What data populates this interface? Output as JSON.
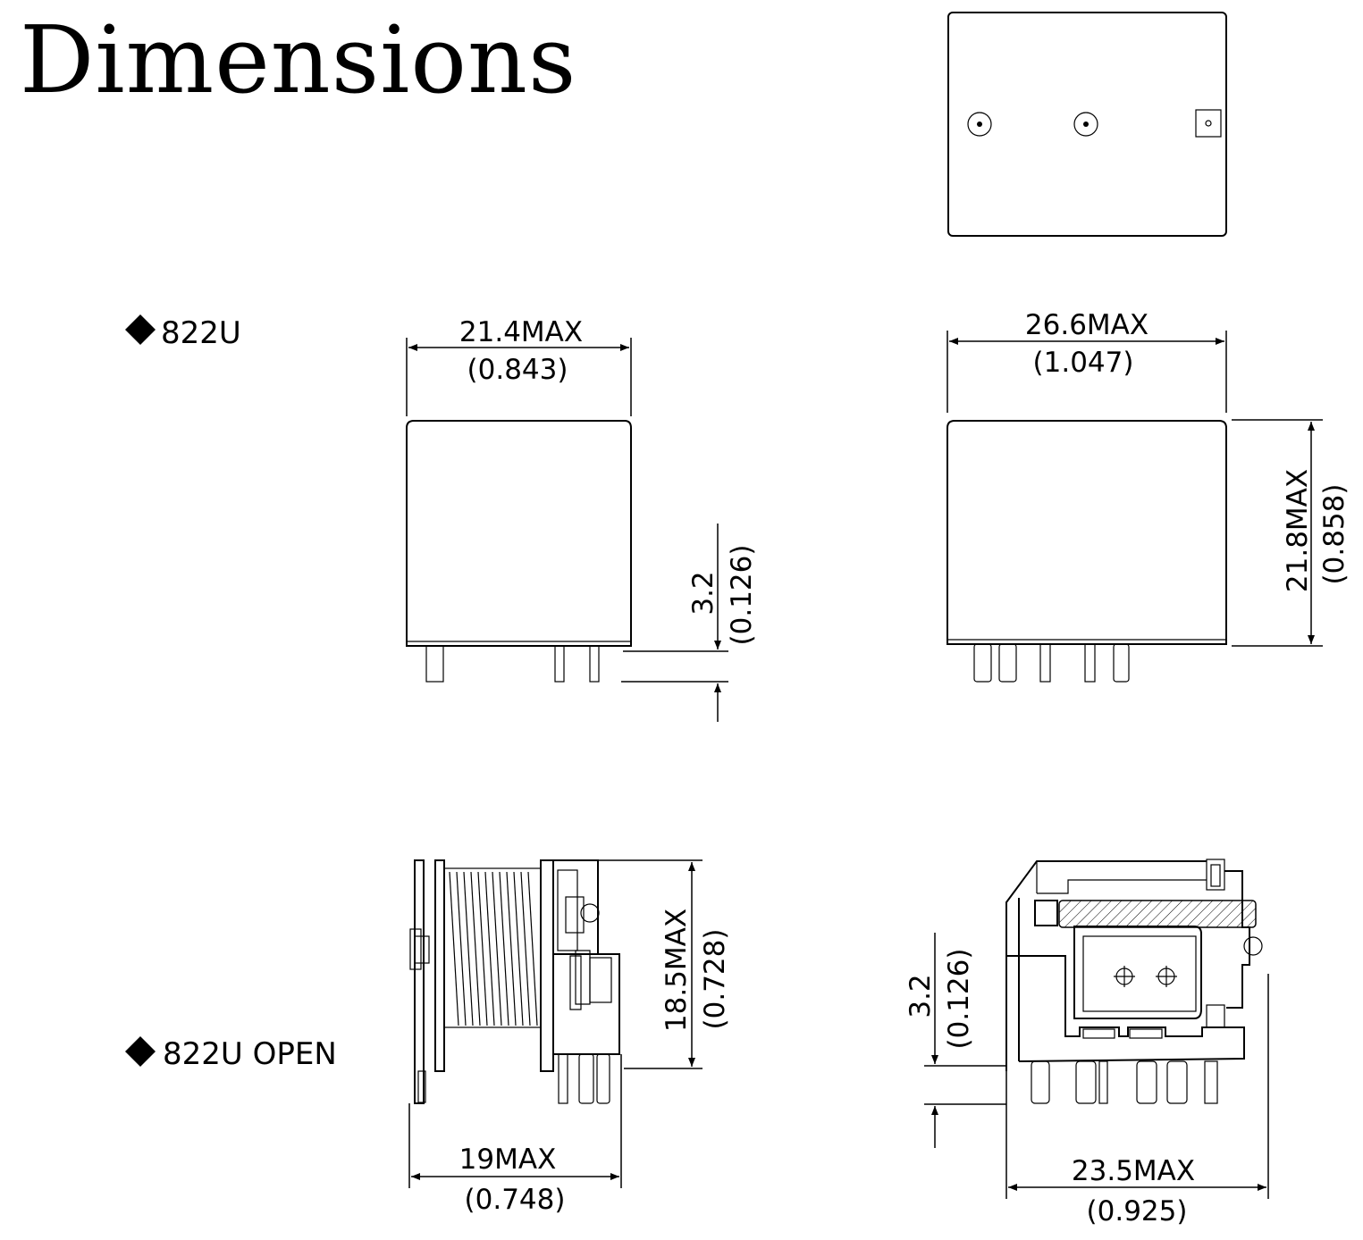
{
  "title": "Dimensions",
  "models": {
    "closed": {
      "label": "822U",
      "front_width": {
        "mm": "21.4MAX",
        "inch": "(0.843)"
      },
      "pin_length": {
        "mm": "3.2",
        "inch": "(0.126)"
      },
      "side_width": {
        "mm": "26.6MAX",
        "inch": "(1.047)"
      },
      "height": {
        "mm": "21.8MAX",
        "inch": "(0.858)"
      }
    },
    "open": {
      "label": "822U OPEN",
      "height": {
        "mm": "18.5MAX",
        "inch": "(0.728)"
      },
      "front_width": {
        "mm": "19MAX",
        "inch": "(0.748)"
      },
      "pin_length": {
        "mm": "3.2",
        "inch": "(0.126)"
      },
      "side_width": {
        "mm": "23.5MAX",
        "inch": "(0.925)"
      }
    }
  },
  "colors": {
    "line": "#000000",
    "background": "#ffffff"
  }
}
